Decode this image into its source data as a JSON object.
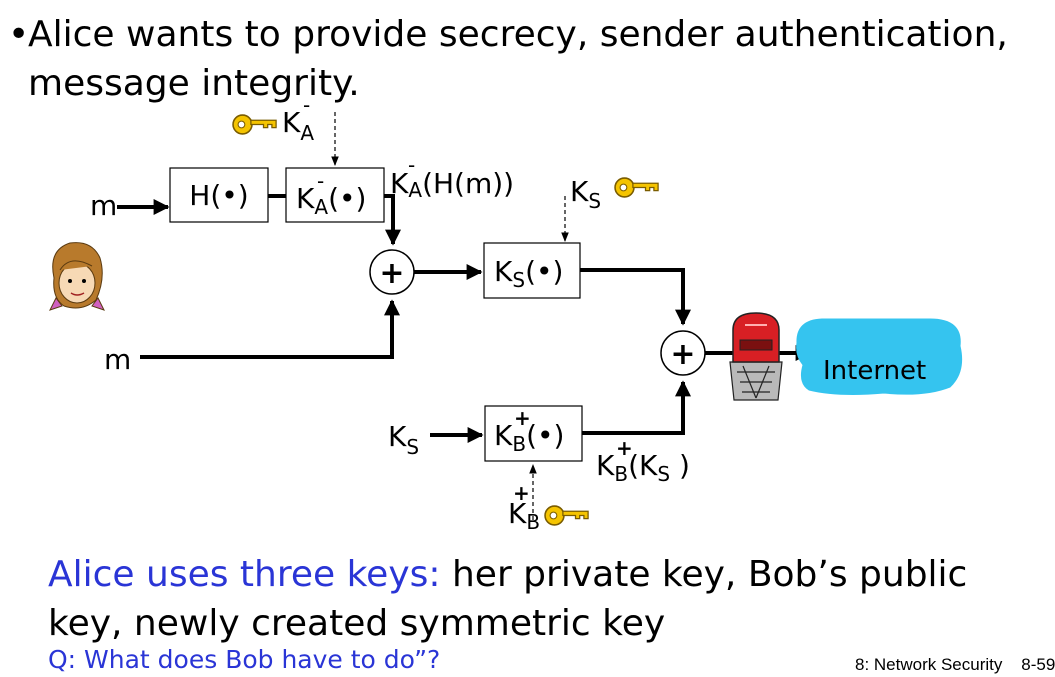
{
  "header": {
    "bullet": "Alice wants to provide secrecy, sender authentication, message integrity."
  },
  "diagram": {
    "m_top": "m",
    "m_bottom": "m",
    "hash_box": "H(•)",
    "priv_box_key": "K",
    "priv_box_sup": "-",
    "priv_box_sub": "A",
    "priv_box_arg": "(•)",
    "priv_key_label_key": "K",
    "priv_key_label_sup": "-",
    "priv_key_label_sub": "A",
    "signed_key": "K",
    "signed_sup": "-",
    "signed_sub": "A",
    "signed_arg": "(H(m))",
    "ks_label_key": "K",
    "ks_label_sub": "S",
    "sym_box_key": "K",
    "sym_box_sub": "S",
    "sym_box_arg": "(•)",
    "plus_top": "+",
    "plus_right": "+",
    "ks_input_key": "K",
    "ks_input_sub": "S",
    "pub_box_key": "K",
    "pub_box_sup": "+",
    "pub_box_sub": "B",
    "pub_box_arg": "(•)",
    "pub_out_key": "K",
    "pub_out_sup": "+",
    "pub_out_sub": "B",
    "pub_out_open": "(K",
    "pub_out_inner_sub": "S",
    "pub_out_close": " )",
    "pub_key_label_key": "K",
    "pub_key_label_sup": "+",
    "pub_key_label_sub": "B",
    "internet": "Internet"
  },
  "bottom": {
    "lead": "Alice uses three keys:",
    "rest": " her private key, Bob’s public key, newly created symmetric key",
    "question": "Q: What does Bob have to do”?"
  },
  "footer": {
    "course": "8: Network Security",
    "page": "8-59"
  },
  "colors": {
    "blue_text": "#2a35d6",
    "key_gold": "#f5c400",
    "cloud": "#35c4ef",
    "mailbox_red": "#d81f24"
  },
  "icons": [
    "key-icon",
    "alice-icon",
    "mailbox-icon",
    "internet-cloud-icon"
  ]
}
